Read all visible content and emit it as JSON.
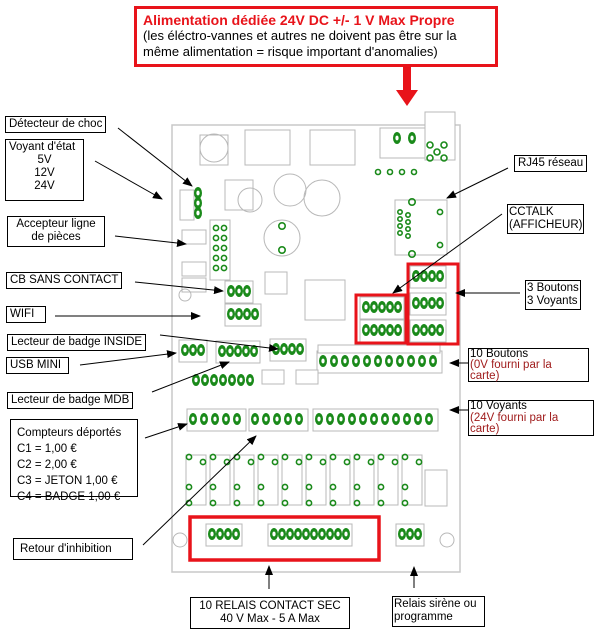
{
  "power": {
    "title": "Alimentation dédiée 24V DC +/- 1 V Max Propre",
    "line1": "(les éléctro-vannes et autres ne doivent pas être sur la",
    "line2": "même alimentation = risque important d'anomalies)"
  },
  "labels": {
    "shock": "Détecteur de choc",
    "status_led": {
      "title": "Voyant d'état",
      "v1": "5V",
      "v2": "12V",
      "v3": "24V"
    },
    "coin_acceptor": {
      "l1": "Accepteur ligne",
      "l2": "de pièces"
    },
    "cb_contactless": "CB SANS CONTACT",
    "wifi": "WIFI",
    "badge_inside": "Lecteur de badge INSIDE",
    "usb_mini": "USB MINI",
    "badge_mdb": "Lecteur de badge MDB",
    "counters": {
      "title": "Compteurs déportés",
      "c1": "C1 = 1,00 €",
      "c2": "C2 = 2,00 €",
      "c3": "C3 = JETON  1,00 €",
      "c4": "C4 = BADGE 1,00 €"
    },
    "inhibition": "Retour d'inhibition",
    "rj45": "RJ45 réseau",
    "cctalk": {
      "l1": "CCTALK",
      "l2": "(AFFICHEUR)"
    },
    "buttons3": {
      "l1": "3 Boutons",
      "l2": "3 Voyants"
    },
    "buttons10": {
      "l1": "10 Boutons",
      "l2": "(0V fourni par la",
      "l3": "carte)"
    },
    "leds10": {
      "l1": "10 Voyants",
      "l2": "(24V fourni par la",
      "l3": "carte)"
    },
    "relays": {
      "l1": "10 RELAIS CONTACT SEC",
      "l2": "40 V Max - 5 A Max"
    },
    "siren": {
      "l1": "Relais sirène ou",
      "l2": "programme"
    }
  },
  "colors": {
    "highlight_red": "#e8131a",
    "note_red": "#a01c1c",
    "pcb_green": "#1a8a1a",
    "outline_grey": "#b8b8b8"
  }
}
